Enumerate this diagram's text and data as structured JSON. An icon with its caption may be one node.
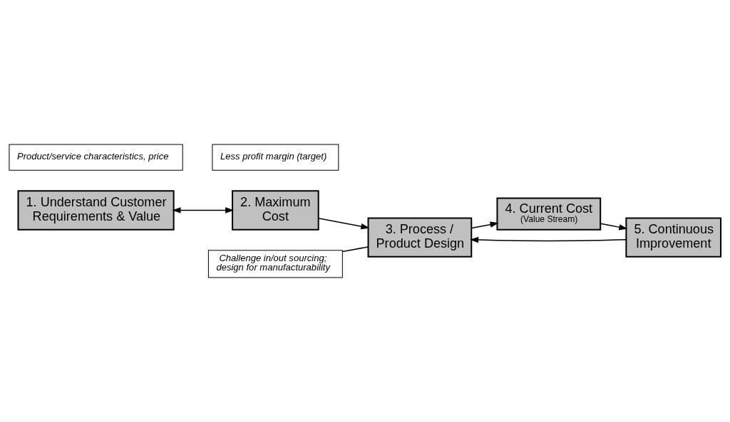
{
  "diagram": {
    "nodes": [
      {
        "text": [
          "1. Understand Customer Requirements & Value"
        ]
      },
      {
        "text": [
          "Product/service characteristics, price"
        ]
      },
      {
        "text": [
          "2. Maximum Cost"
        ]
      },
      {
        "text": [
          "Less profit margin (target)"
        ]
      },
      {
        "text": [
          "3. Process / Product Design"
        ]
      },
      {
        "text": [
          "Challenge in/out sourcing; design for manufacturability"
        ]
      },
      {
        "text": [
          "4. Current Cost",
          "(Value Stream)"
        ]
      },
      {
        "text": [
          "5. Continuous Improvement"
        ]
      }
    ],
    "edges": [
      {
        "from": 0,
        "to": 2,
        "arrow": "both"
      },
      {
        "from": 2,
        "to": 4,
        "arrow": "to"
      },
      {
        "from": 4,
        "to": 6,
        "arrow": "to"
      },
      {
        "from": 6,
        "to": 7,
        "arrow": "to"
      },
      {
        "from": 7,
        "to": 4,
        "arrow": "to"
      },
      {
        "from": 5,
        "to": 4,
        "arrow": "none"
      }
    ]
  }
}
